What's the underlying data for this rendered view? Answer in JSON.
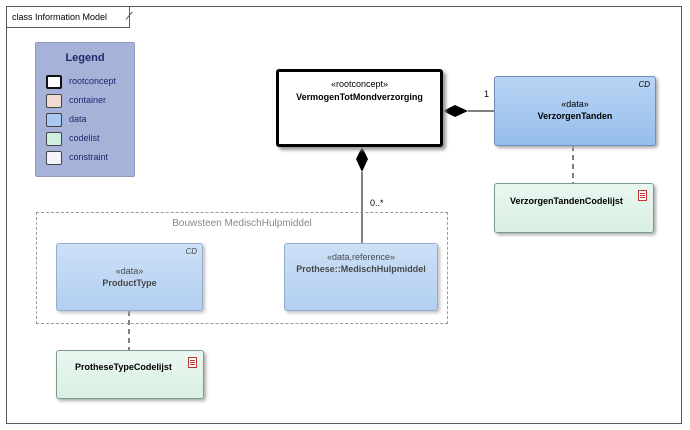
{
  "frame": {
    "title": "class Information Model"
  },
  "legend": {
    "title": "Legend",
    "items": [
      {
        "label": "rootconcept",
        "color": "#ffffff"
      },
      {
        "label": "container",
        "color": "#f2dcd2"
      },
      {
        "label": "data",
        "color": "#a9c9f2"
      },
      {
        "label": "codelist",
        "color": "#d2f0df"
      },
      {
        "label": "constraint",
        "color": "#f4f4fa"
      }
    ]
  },
  "root": {
    "stereotype": "«rootconcept»",
    "name": "VermogenTotMondverzorging"
  },
  "verzorgen": {
    "stereotype": "«data»",
    "name": "VerzorgenTanden",
    "tag": "CD"
  },
  "verzorgenCodelist": {
    "name": "VerzorgenTandenCodelijst"
  },
  "group": {
    "title": "Bouwsteen MedischHulpmiddel"
  },
  "productType": {
    "stereotype": "«data»",
    "name": "ProductType",
    "tag": "CD"
  },
  "prothese": {
    "stereotype": "«data,reference»",
    "name": "Prothese::MedischHulpmiddel"
  },
  "protheseCodelist": {
    "name": "ProtheseTypeCodelijst"
  },
  "multiplicities": {
    "verzorgen": "1",
    "prothese": "0..*"
  }
}
